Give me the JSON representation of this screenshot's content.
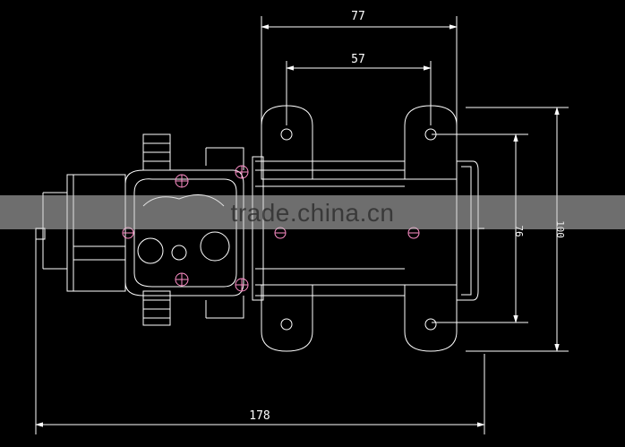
{
  "drawing": {
    "dimensions": {
      "top_outer": "77",
      "top_inner": "57",
      "right_inner": "76",
      "right_outer": "100",
      "bottom_overall": "178"
    },
    "watermark": "trade.china.cn",
    "colors": {
      "background": "#000000",
      "lines": "#ffffff",
      "screws": "#ff8fc8",
      "watermark_band": "#c8c8c8"
    }
  }
}
